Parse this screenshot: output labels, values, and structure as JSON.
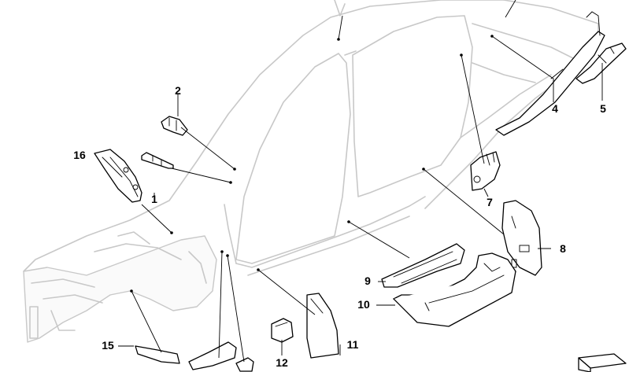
{
  "callouts": [
    {
      "id": "1",
      "label": "1"
    },
    {
      "id": "2",
      "label": "2"
    },
    {
      "id": "4",
      "label": "4"
    },
    {
      "id": "5",
      "label": "5"
    },
    {
      "id": "7",
      "label": "7"
    },
    {
      "id": "8",
      "label": "8"
    },
    {
      "id": "9",
      "label": "9"
    },
    {
      "id": "10",
      "label": "10"
    },
    {
      "id": "11",
      "label": "11"
    },
    {
      "id": "12",
      "label": "12"
    },
    {
      "id": "15",
      "label": "15"
    },
    {
      "id": "16",
      "label": "16"
    }
  ],
  "colors": {
    "body_outline": "#c8c8c8",
    "part_stroke": "#000000",
    "background": "#ffffff"
  },
  "icons": {
    "corner_logo": "arrow-box-icon"
  }
}
